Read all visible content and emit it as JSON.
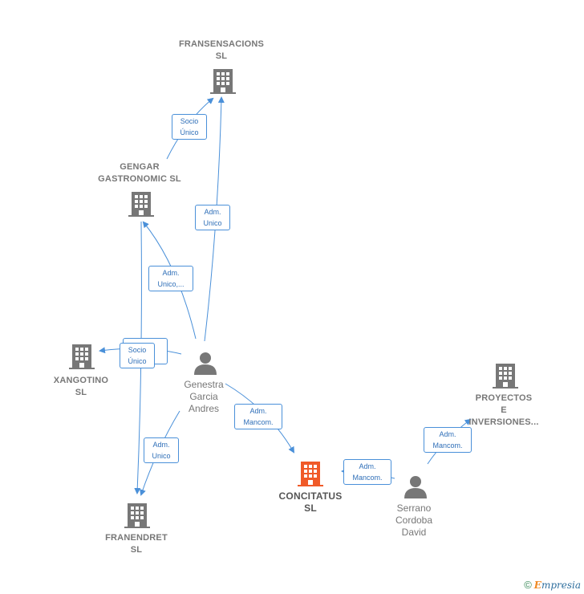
{
  "nodes": {
    "fransensaciones": {
      "line1": "FRANSENSACIONS",
      "line2": "SL"
    },
    "gengar": {
      "line1": "GENGAR",
      "line2": "GASTRONOMIC SL"
    },
    "xangotino": {
      "line1": "XANGOTINO",
      "line2": "SL"
    },
    "franendret": {
      "line1": "FRANENDRET",
      "line2": "SL"
    },
    "concitatus": {
      "line1": "CONCITATUS",
      "line2": "SL"
    },
    "proyectos": {
      "line1": "PROYECTOS",
      "line2": "E",
      "line3": "INVERSIONES..."
    },
    "genestra": {
      "line1": "Genestra",
      "line2": "Garcia",
      "line3": "Andres"
    },
    "serrano": {
      "line1": "Serrano",
      "line2": "Cordoba",
      "line3": "David"
    }
  },
  "edge_labels": {
    "socio_unico_fran": {
      "line1": "Socio",
      "line2": "Único"
    },
    "adm_unico_fran": {
      "line1": "Adm.",
      "line2": "Unico"
    },
    "adm_unico_gengar": {
      "line1": "Adm.",
      "line2": "Unico,..."
    },
    "socio_unico_xango": {
      "line1": "Socio",
      "line2": "Único"
    },
    "adm_unico_franendret": {
      "line1": "Adm.",
      "line2": "Unico"
    },
    "adm_mancom_genestra": {
      "line1": "Adm.",
      "line2": "Mancom."
    },
    "adm_mancom_serrano": {
      "line1": "Adm.",
      "line2": "Mancom."
    },
    "adm_mancom_proyectos": {
      "line1": "Adm.",
      "line2": "Mancom."
    }
  },
  "colors": {
    "edge": "#4a90d9",
    "company_icon": "#777777",
    "main_company_icon": "#f05a28",
    "person_icon": "#777777"
  },
  "icons": {
    "company": "building-icon",
    "person": "person-icon"
  },
  "footer": {
    "copyright": "©",
    "brand_first": "E",
    "brand_rest": "mpresia"
  }
}
